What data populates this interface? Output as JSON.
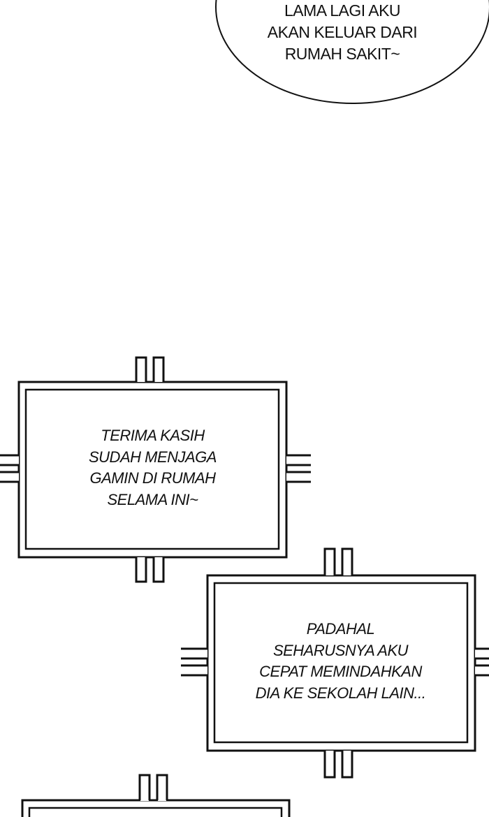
{
  "speech_bubble": {
    "lines": [
      "LAMA LAGI AKU",
      "AKAN KELUAR DARI",
      "RUMAH SAKIT~"
    ]
  },
  "narration_boxes": [
    {
      "lines": [
        "TERIMA KASIH",
        "SUDAH MENJAGA",
        "GAMIN DI RUMAH",
        "SELAMA INI~"
      ]
    },
    {
      "lines": [
        "PADAHAL",
        "SEHARUSNYA AKU",
        "CEPAT MEMINDAHKAN",
        "DIA KE SEKOLAH LAIN..."
      ]
    },
    {
      "lines": []
    }
  ],
  "colors": {
    "ink": "#111111",
    "background": "#ffffff"
  }
}
